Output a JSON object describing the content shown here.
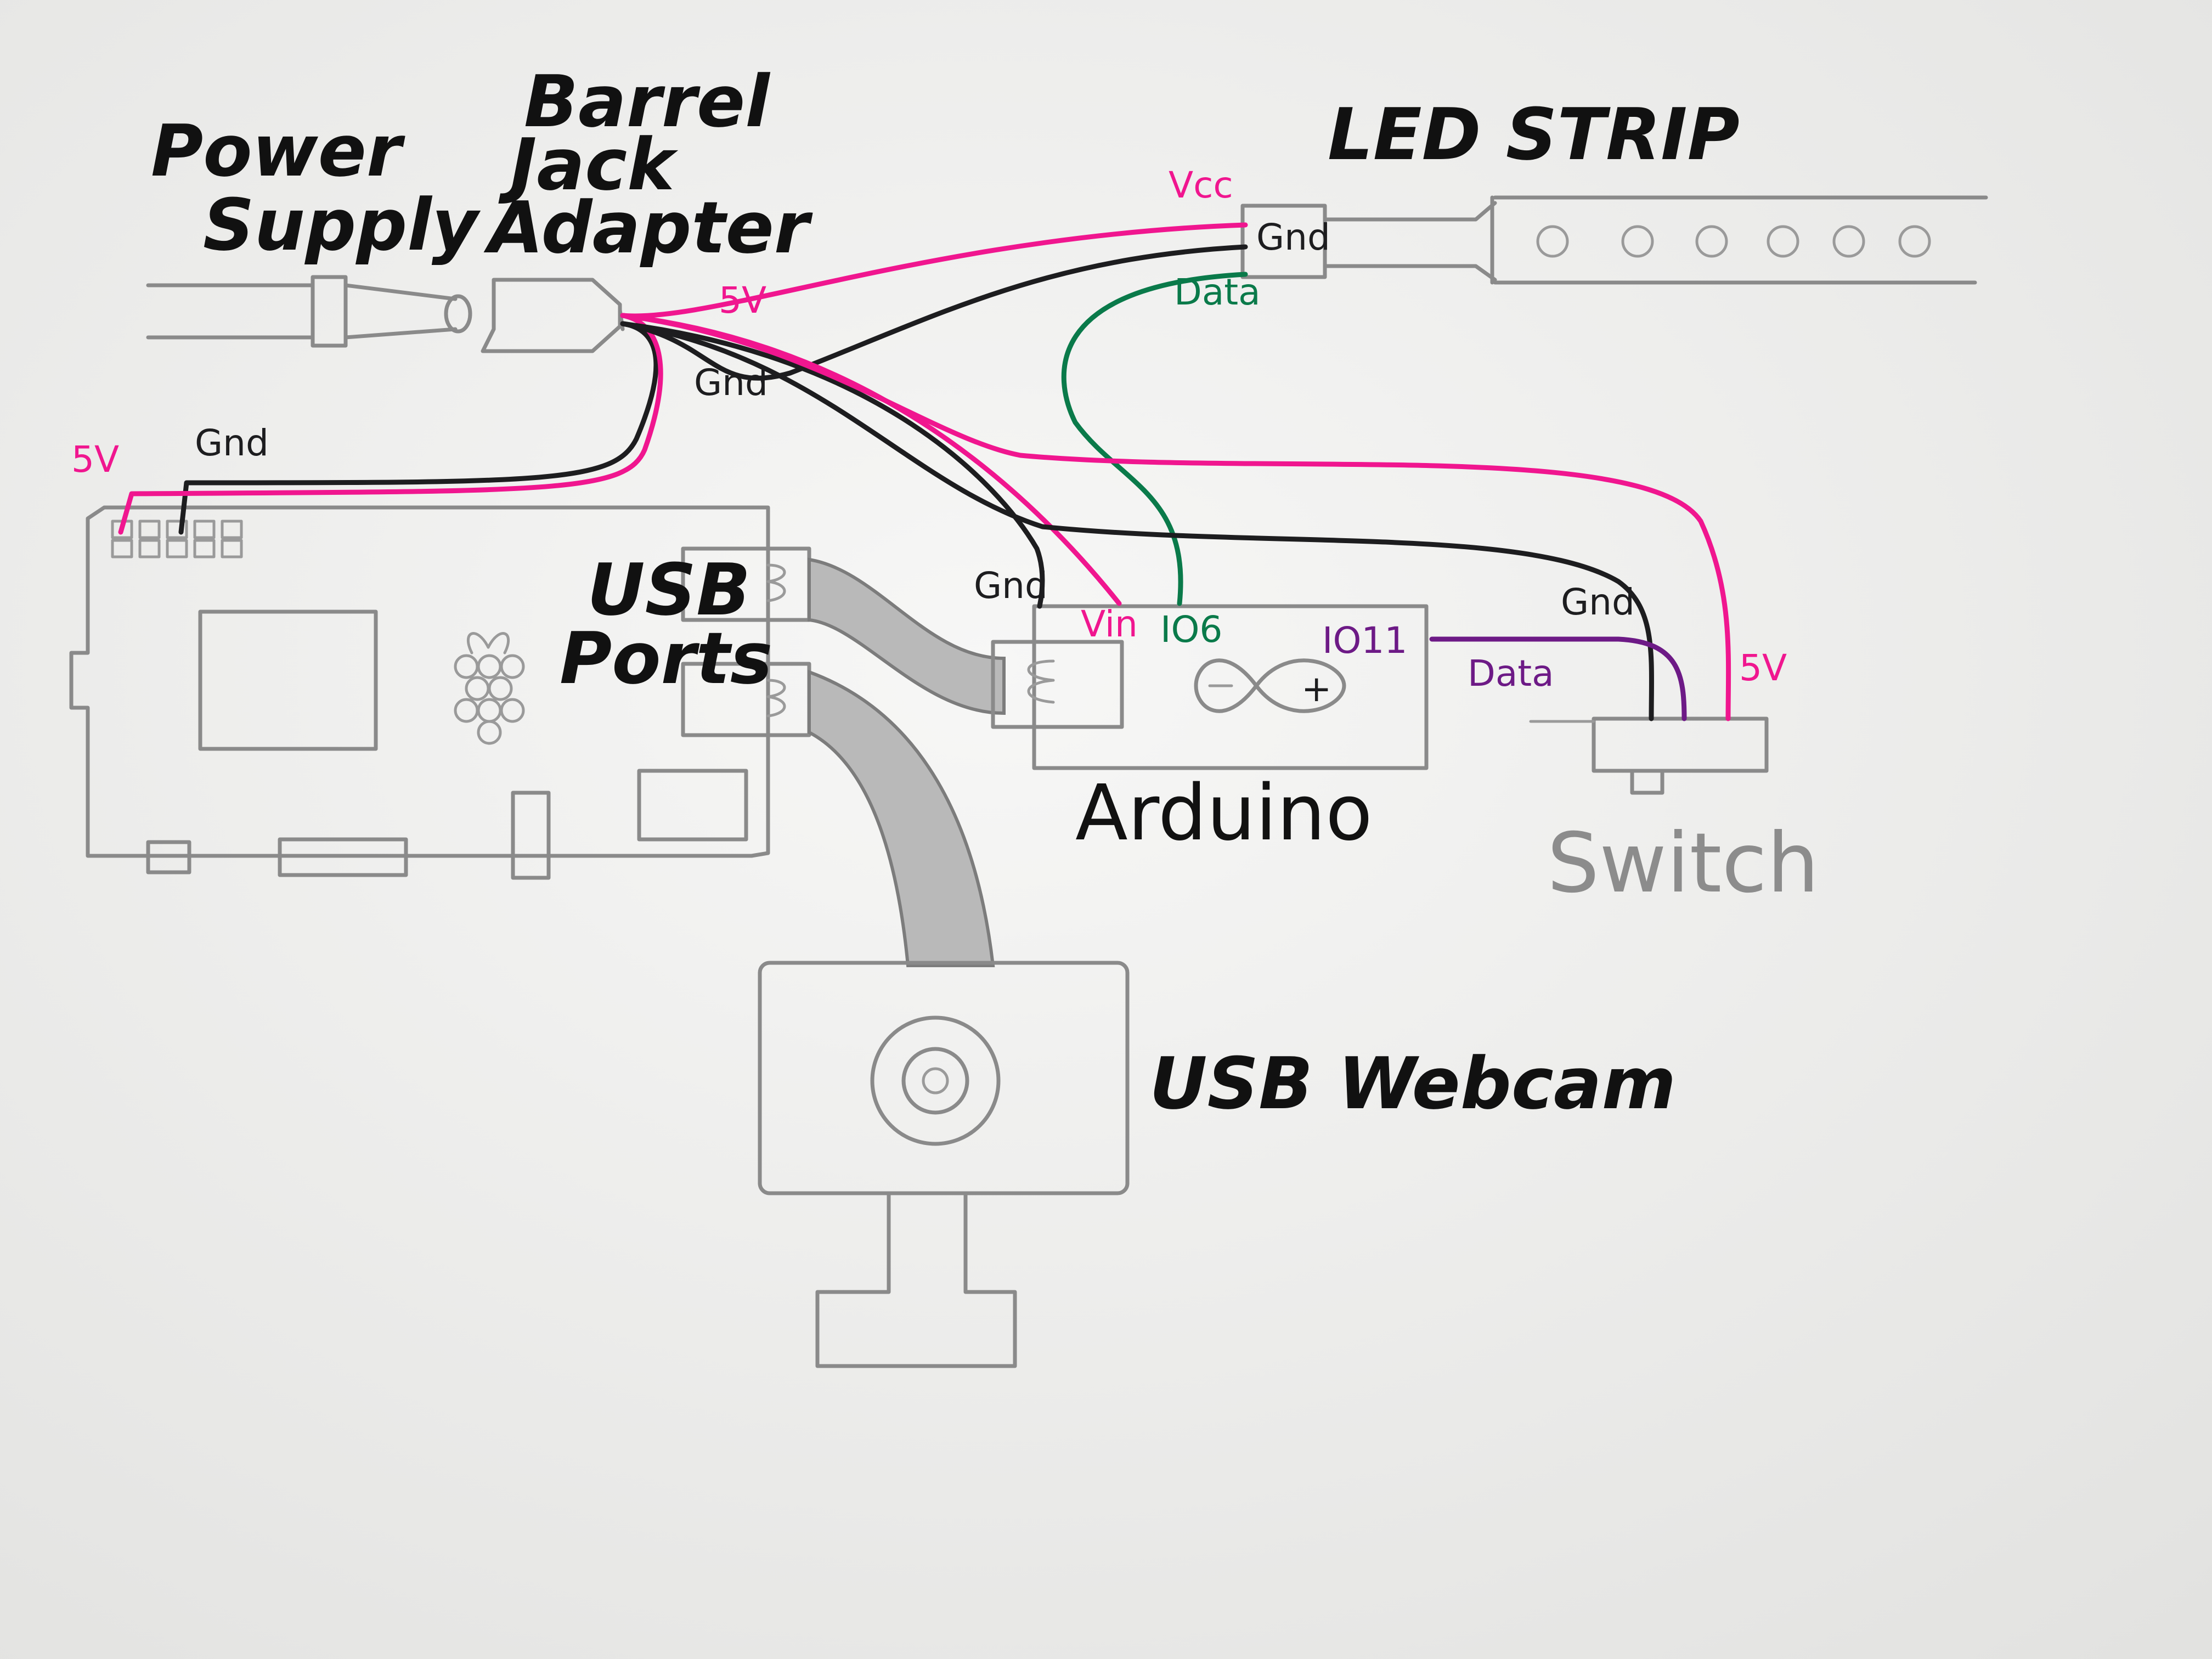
{
  "labels": {
    "power_supply_line1": "Power",
    "power_supply_line2": "Supply",
    "barrel_line1": "Barrel",
    "barrel_line2": "Jack",
    "barrel_line3": "Adapter",
    "led_strip": "LED STRIP",
    "usb_ports_line1": "USB",
    "usb_ports_line2": "Ports",
    "arduino": "Arduino",
    "switch": "Switch",
    "usb_webcam": "USB Webcam"
  },
  "wire_labels": {
    "vcc": "Vcc",
    "strip_gnd": "Gnd",
    "strip_data": "Data",
    "jack_5v": "5V",
    "jack_gnd": "Gnd",
    "pi_5v": "5V",
    "pi_gnd": "Gnd",
    "arduino_gnd": "Gnd",
    "arduino_vin": "Vin",
    "arduino_io6": "IO6",
    "arduino_io11": "IO11",
    "switch_data": "Data",
    "switch_gnd": "Gnd",
    "switch_5v": "5V",
    "arduino_logo": "+"
  },
  "colors": {
    "ground_wire": "#1d1d1f",
    "power_wire": "#f0168f",
    "led_data_wire": "#0a7a4a",
    "switch_data_wire": "#6d1a86",
    "pencil": "#8a8a8a"
  }
}
